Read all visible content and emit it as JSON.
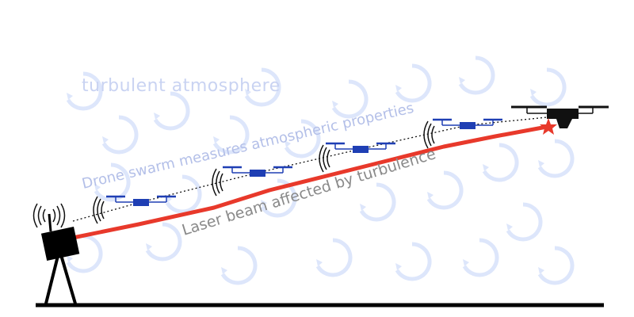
{
  "labels": {
    "atmosphere": "turbulent atmosphere",
    "drones": "Drone swarm measures atmospheric properties",
    "laser": "Laser beam affected by turbulence"
  },
  "colors": {
    "swirl": "#dde6fb",
    "atmosphere_text": "#c9d3f2",
    "drone_text": "#b3bfe8",
    "laser_text": "#8a8a8a",
    "laser": "#e8392b",
    "drone_blue": "#1f3fb4",
    "target_drone": "#111111",
    "ground": "#000000"
  },
  "icons": [
    "swirl-icon",
    "transmitter-icon",
    "drone-icon",
    "signal-waves-icon",
    "star-icon"
  ]
}
